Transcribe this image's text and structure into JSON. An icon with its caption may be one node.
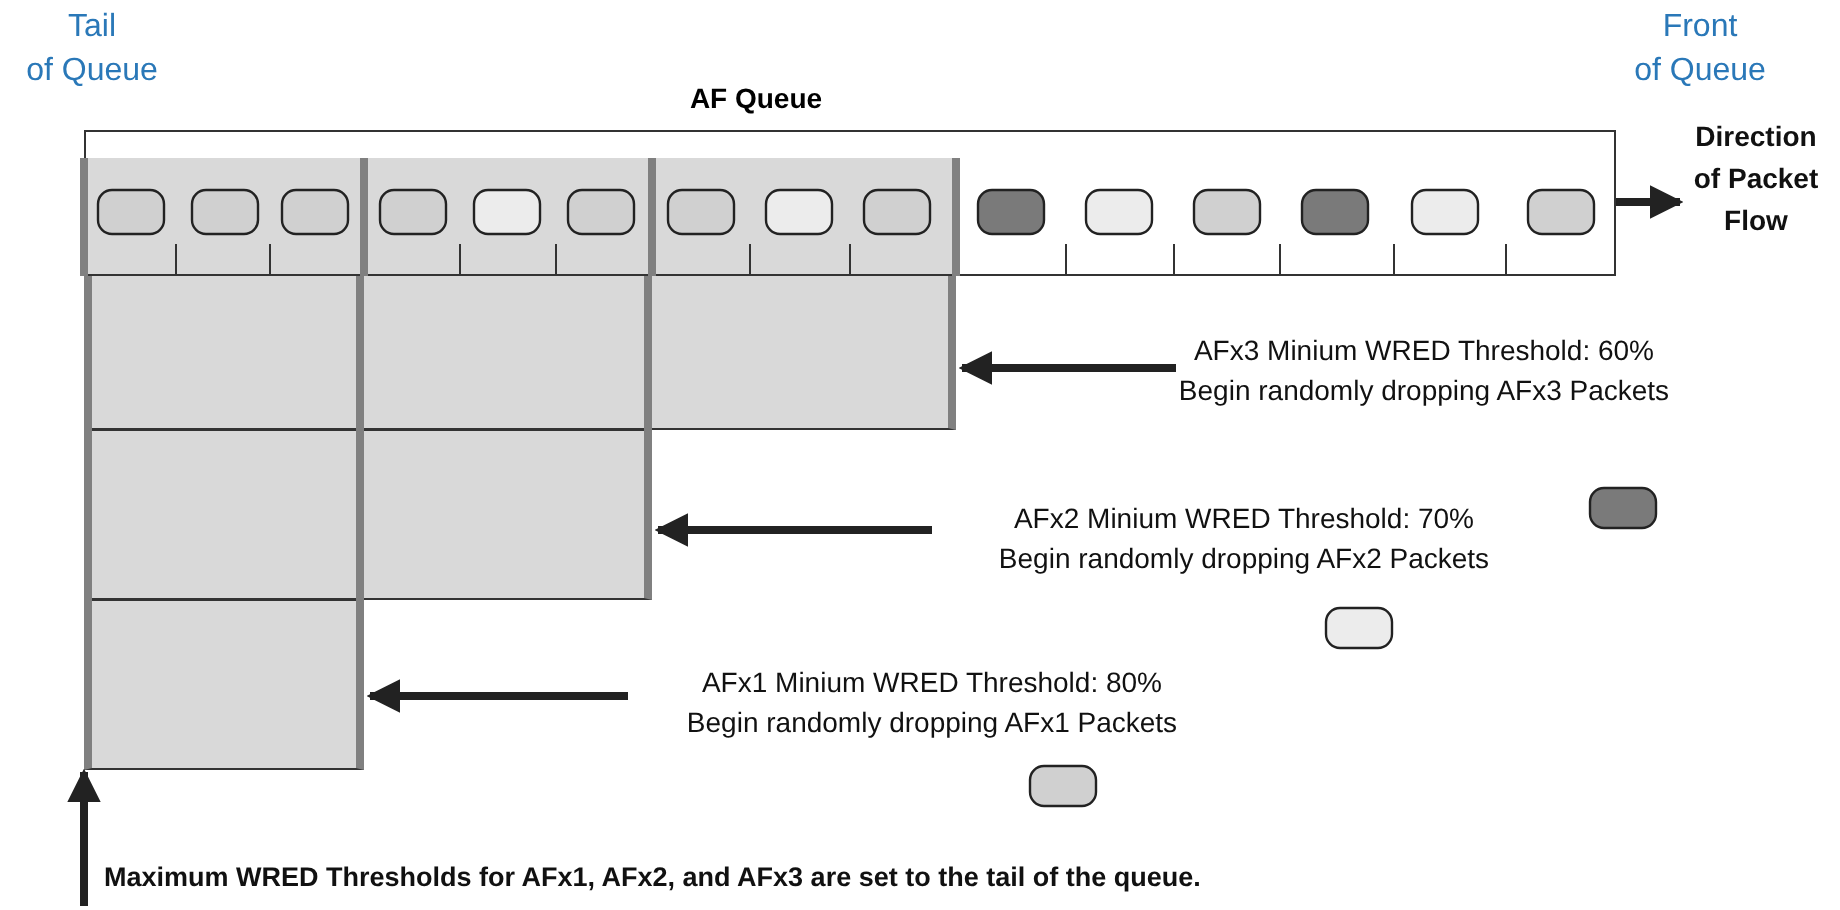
{
  "diagram": {
    "nodes": [
      {
        "text": [
          "AF Queue"
        ]
      },
      {
        "text": [
          "Direction of Packet Flow"
        ]
      },
      {
        "text": [],
        "shape": "box"
      },
      {
        "text": [],
        "shape": "box"
      },
      {
        "text": [],
        "shape": "box"
      },
      {
        "text": [
          "AFx3 Minium WRED Threshold: 60%",
          "Begin randomly dropping AFx3 Packets"
        ]
      },
      {
        "text": [
          "AFx2 Minium WRED Threshold: 70%",
          "Begin randomly dropping AFx2 Packets"
        ]
      },
      {
        "text": [
          "AFx1 Minium WRED Threshold: 80%",
          "Begin randomly dropping AFx1 Packets"
        ]
      },
      {
        "text": [
          "Maximum WRED Thresholds for AFx1, AFx2, and AFx3 are set to the tail of the queue."
        ]
      }
    ],
    "edges": [
      {
        "from": 0,
        "to": 1,
        "arrow": "to"
      },
      {
        "from": 5,
        "to": 4,
        "arrow": "to"
      },
      {
        "from": 6,
        "to": 3,
        "arrow": "to"
      },
      {
        "from": 7,
        "to": 2,
        "arrow": "to"
      },
      {
        "from": 8,
        "to": 2,
        "arrow": "to"
      }
    ],
    "labels": [
      "Tail of Queue",
      "Front of Queue"
    ]
  }
}
